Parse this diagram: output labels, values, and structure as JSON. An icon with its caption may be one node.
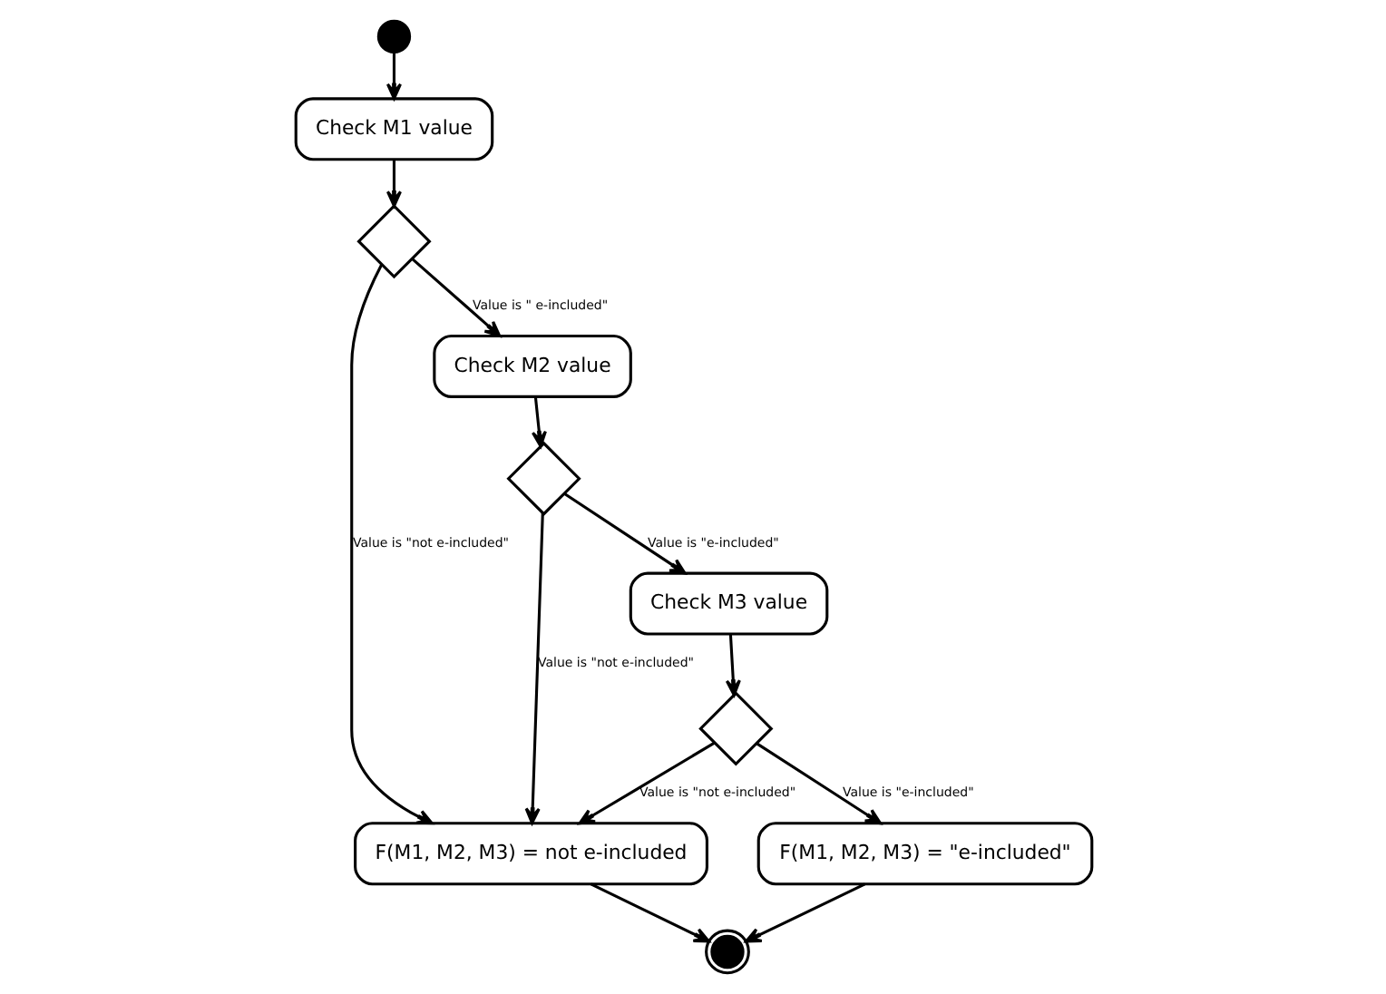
{
  "diagram": {
    "nodes": [
      {
        "text": [],
        "shape": "circle"
      },
      {
        "text": [
          "Check M1 value"
        ]
      },
      {
        "text": [],
        "shape": "diamond"
      },
      {
        "text": [
          "Check M2 value"
        ]
      },
      {
        "text": [],
        "shape": "diamond"
      },
      {
        "text": [
          "Check M3 value"
        ]
      },
      {
        "text": [],
        "shape": "diamond"
      },
      {
        "text": [
          "F(M1, M2, M3) = not e-included"
        ]
      },
      {
        "text": [
          "F(M1, M2, M3) = \"e-included\""
        ]
      },
      {
        "text": [],
        "shape": "bullseye"
      }
    ],
    "edges": [
      {
        "from": 0,
        "to": 1,
        "arrow": "to"
      },
      {
        "from": 1,
        "to": 2,
        "arrow": "to"
      },
      {
        "from": 2,
        "to": 3,
        "arrow": "to",
        "label": "Value is \" e-included\""
      },
      {
        "from": 2,
        "to": 7,
        "arrow": "to",
        "label": "Value is \"not e-included\""
      },
      {
        "from": 3,
        "to": 4,
        "arrow": "to"
      },
      {
        "from": 4,
        "to": 5,
        "arrow": "to",
        "label": "Value is \"e-included\""
      },
      {
        "from": 4,
        "to": 7,
        "arrow": "to",
        "label": "Value is \"not e-included\""
      },
      {
        "from": 5,
        "to": 6,
        "arrow": "to"
      },
      {
        "from": 6,
        "to": 7,
        "arrow": "to",
        "label": "Value is \"not e-included\""
      },
      {
        "from": 6,
        "to": 8,
        "arrow": "to",
        "label": "Value is \"e-included\""
      },
      {
        "from": 7,
        "to": 9,
        "arrow": "to"
      },
      {
        "from": 8,
        "to": 9,
        "arrow": "to"
      }
    ]
  }
}
